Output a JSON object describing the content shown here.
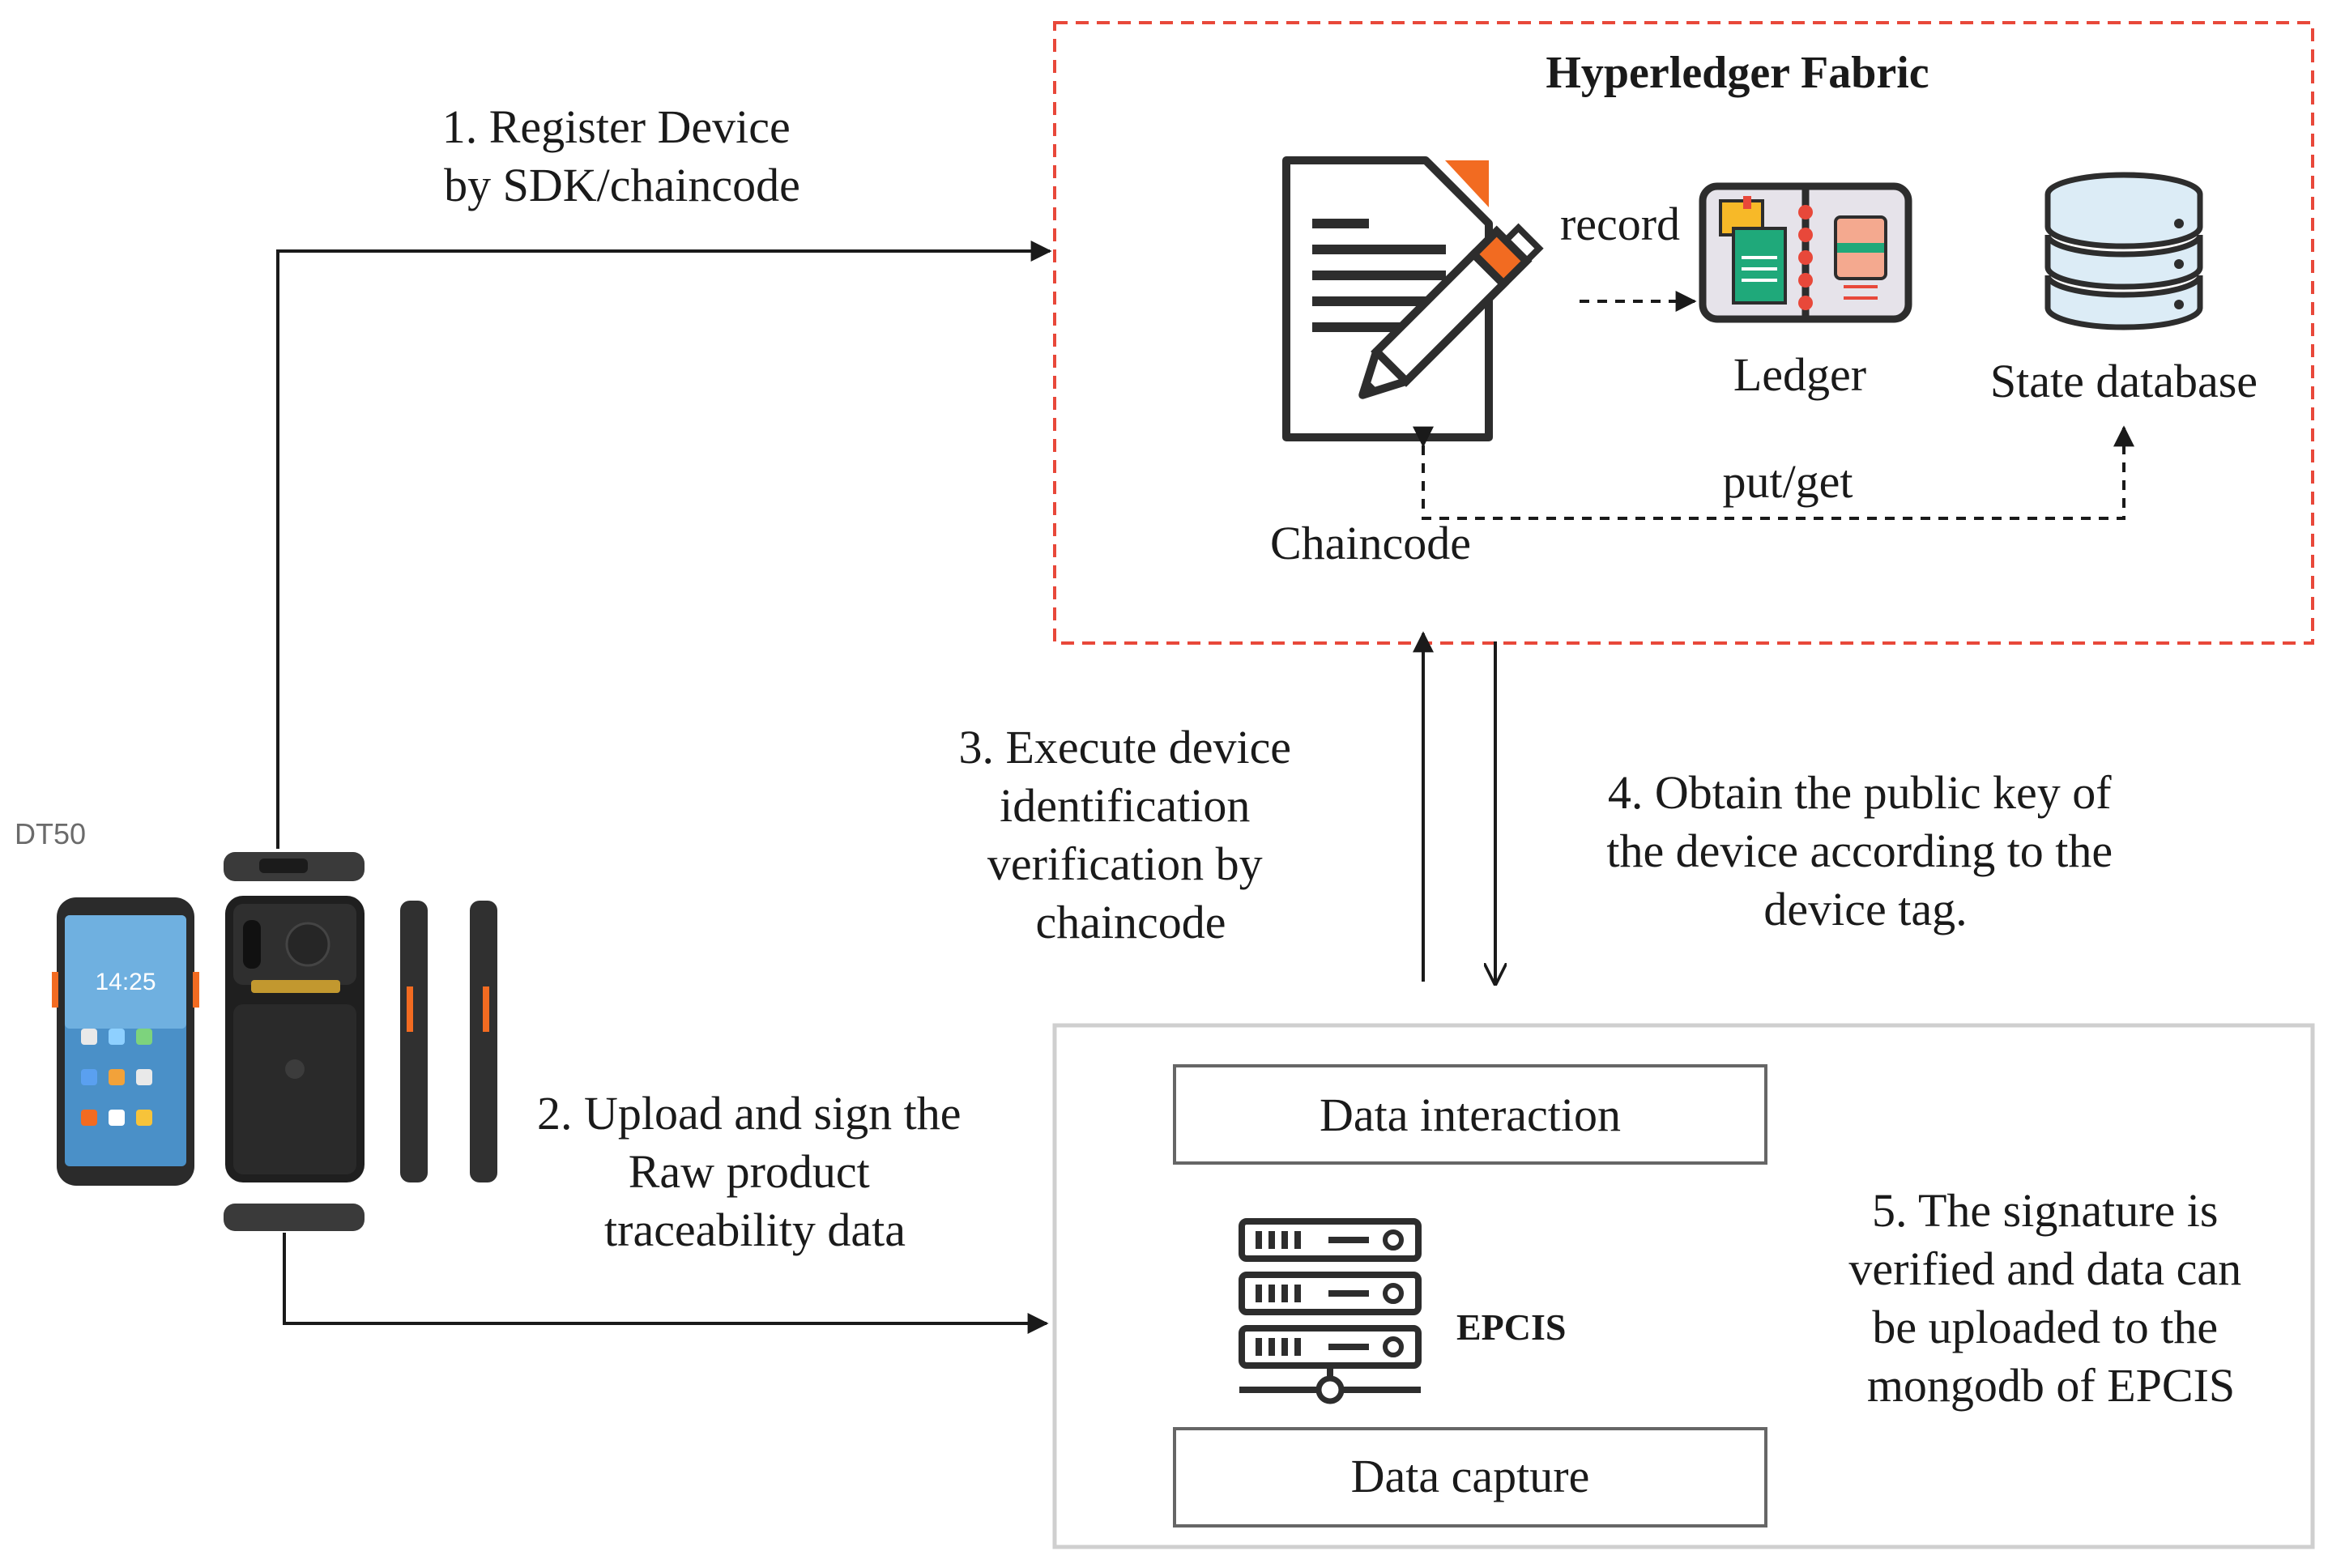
{
  "hyperledger": {
    "title": "Hyperledger Fabric",
    "chaincode_label": "Chaincode",
    "record_label": "record",
    "ledger_label": "Ledger",
    "state_db_label": "State database",
    "putget_label": "put/get",
    "border_color": "#e8483a",
    "accent_color": "#f26b21"
  },
  "device": {
    "model": "DT50",
    "time": "14:25"
  },
  "steps": {
    "s1": [
      "1. Register Device",
      "by SDK/chaincode"
    ],
    "s2": [
      "2. Upload and  sign the",
      "Raw product",
      "traceability data"
    ],
    "s3": [
      "3. Execute device",
      "identification",
      "verification by",
      "chaincode"
    ],
    "s4": [
      "4. Obtain the public key of",
      "the device according to the",
      "device tag."
    ],
    "s5": [
      "5. The signature is",
      "verified and data can",
      "be uploaded to the",
      "mongodb of EPCIS"
    ]
  },
  "epcis": {
    "data_interaction": "Data interaction",
    "label": "EPCIS",
    "data_capture": "Data capture"
  }
}
